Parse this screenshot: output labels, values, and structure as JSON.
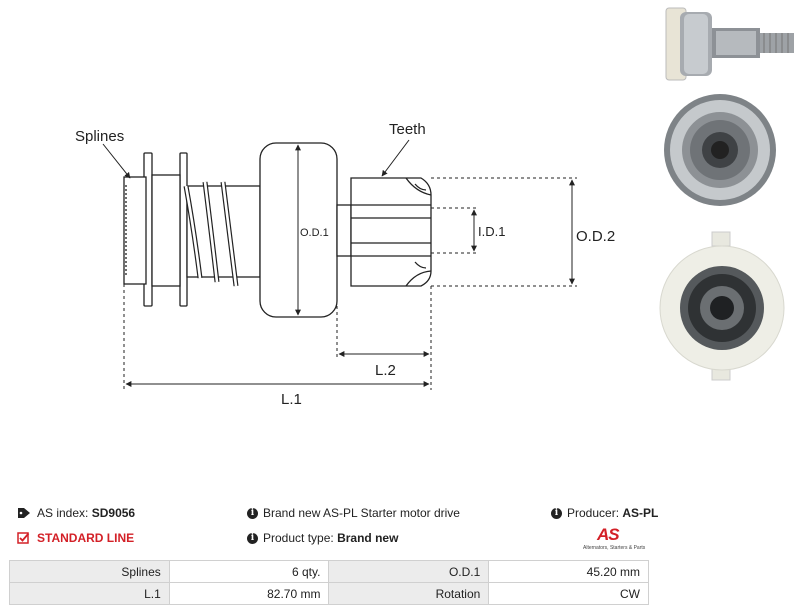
{
  "diagram": {
    "labels": {
      "splines": "Splines",
      "teeth": "Teeth",
      "od1": "O.D.1",
      "id1": "I.D.1",
      "od2": "O.D.2",
      "l2": "L.2",
      "l1": "L.1"
    }
  },
  "photos": [
    {
      "icon": "side-view-photo"
    },
    {
      "icon": "pinion-end-photo"
    },
    {
      "icon": "splined-end-photo"
    }
  ],
  "info": {
    "index_label": "AS index:",
    "index_value": "SD9056",
    "line_label": "STANDARD LINE",
    "description": "Brand new AS-PL Starter motor drive",
    "product_type_label": "Product type:",
    "product_type_value": "Brand new",
    "producer_label": "Producer:",
    "producer_value": "AS-PL",
    "logo_text": "AS",
    "logo_tagline": "Alternators, Starters & Parts"
  },
  "colors": {
    "accent": "#d32027",
    "table_key_bg": "#ececec"
  },
  "specs": [
    {
      "k1": "Splines",
      "v1": "6 qty.",
      "k2": "O.D.1",
      "v2": "45.20 mm"
    },
    {
      "k1": "L.1",
      "v1": "82.70 mm",
      "k2": "Rotation",
      "v2": "CW"
    }
  ]
}
